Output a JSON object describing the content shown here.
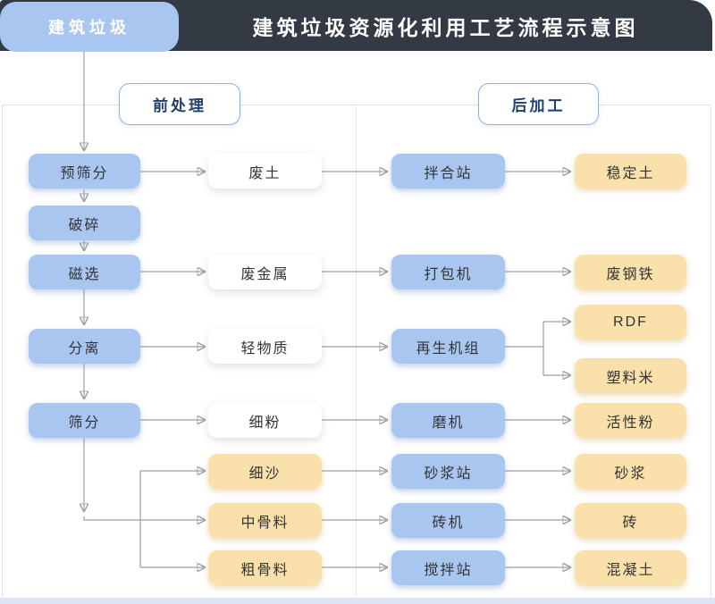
{
  "header": {
    "tab_label": "建筑垃圾",
    "title": "建筑垃圾资源化利用工艺流程示意图"
  },
  "sections": {
    "pre_label": "前处理",
    "post_label": "后加工"
  },
  "colors": {
    "header_bg": "#333a43",
    "process_blue": "#a9c6f1",
    "product_yellow": "#fae1ab",
    "output_white": "#ffffff",
    "connector_gray": "#9aa1a8",
    "section_border_blue": "#8ab1e9",
    "section_text_navy": "#1f3f6e",
    "footer_strip": "#dde4f3"
  },
  "nodes": {
    "pre_screening": "预筛分",
    "crushing": "破碎",
    "magnetic_separation": "磁选",
    "separation": "分离",
    "screening": "筛分",
    "waste_soil": "废土",
    "scrap_metal": "废金属",
    "light_material": "轻物质",
    "fine_powder": "细粉",
    "fine_sand": "细沙",
    "medium_aggregate": "中骨料",
    "coarse_aggregate": "粗骨料",
    "mixing_plant": "拌合站",
    "baler": "打包机",
    "regeneration_unit": "再生机组",
    "mill": "磨机",
    "mortar_plant": "砂浆站",
    "brick_machine": "砖机",
    "concrete_mixing_plant": "搅拌站",
    "stabilized_soil": "稳定土",
    "scrap_steel": "废钢铁",
    "rdf": "RDF",
    "plastic_pellets": "塑料米",
    "activated_powder": "活性粉",
    "mortar": "砂浆",
    "brick": "砖",
    "concrete": "混凝土"
  },
  "edges": [
    {
      "from": "建筑垃圾",
      "to": "预筛分"
    },
    {
      "from": "预筛分",
      "to": "破碎"
    },
    {
      "from": "破碎",
      "to": "磁选"
    },
    {
      "from": "磁选",
      "to": "分离"
    },
    {
      "from": "分离",
      "to": "筛分"
    },
    {
      "from": "预筛分",
      "to": "废土"
    },
    {
      "from": "磁选",
      "to": "废金属"
    },
    {
      "from": "分离",
      "to": "轻物质"
    },
    {
      "from": "筛分",
      "to": "细粉"
    },
    {
      "from": "筛分",
      "to": "细沙"
    },
    {
      "from": "筛分",
      "to": "中骨料"
    },
    {
      "from": "筛分",
      "to": "粗骨料"
    },
    {
      "from": "废土",
      "to": "拌合站"
    },
    {
      "from": "废金属",
      "to": "打包机"
    },
    {
      "from": "轻物质",
      "to": "再生机组"
    },
    {
      "from": "细粉",
      "to": "磨机"
    },
    {
      "from": "细沙",
      "to": "砂浆站"
    },
    {
      "from": "中骨料",
      "to": "砖机"
    },
    {
      "from": "粗骨料",
      "to": "搅拌站"
    },
    {
      "from": "拌合站",
      "to": "稳定土"
    },
    {
      "from": "打包机",
      "to": "废钢铁"
    },
    {
      "from": "再生机组",
      "to": "RDF"
    },
    {
      "from": "再生机组",
      "to": "塑料米"
    },
    {
      "from": "磨机",
      "to": "活性粉"
    },
    {
      "from": "砂浆站",
      "to": "砂浆"
    },
    {
      "from": "砖机",
      "to": "砖"
    },
    {
      "from": "搅拌站",
      "to": "混凝土"
    }
  ]
}
